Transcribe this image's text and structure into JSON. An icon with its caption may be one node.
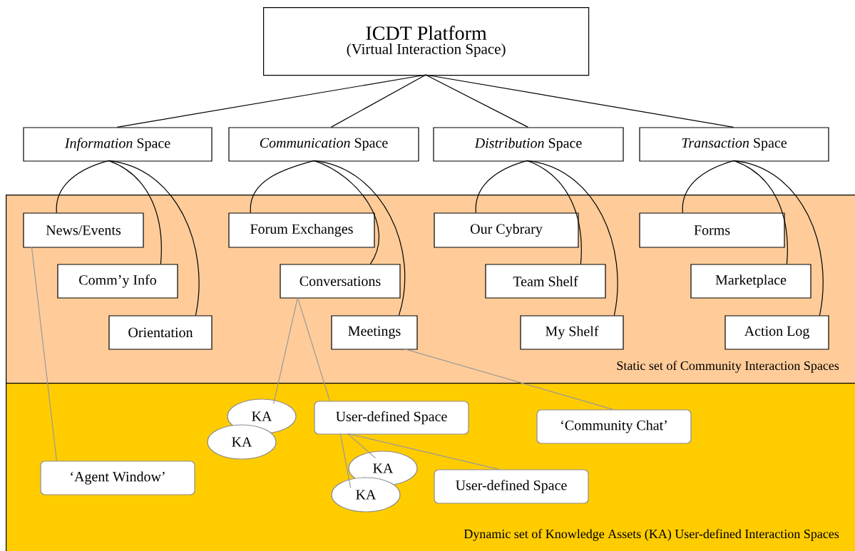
{
  "diagram": {
    "nodes": [
      {
        "text": [
          "ICDT Platform",
          "(Virtual Interaction Space)"
        ]
      },
      {
        "text": [
          "*Information* Space"
        ]
      },
      {
        "text": [
          "*Communication* Space"
        ]
      },
      {
        "text": [
          "*Distribution* Space"
        ]
      },
      {
        "text": [
          "*Transaction* Space"
        ]
      },
      {
        "text": [
          "Static set of Community Interaction Spaces"
        ]
      },
      {
        "text": [
          "News/Events"
        ],
        "in": 5
      },
      {
        "text": [
          "Comm’y Info"
        ],
        "in": 5
      },
      {
        "text": [
          "Orientation"
        ],
        "in": 5
      },
      {
        "text": [
          "Forum Exchanges"
        ],
        "in": 5
      },
      {
        "text": [
          "Conversations"
        ],
        "in": 5
      },
      {
        "text": [
          "Meetings"
        ],
        "in": 5
      },
      {
        "text": [
          "Our Cybrary"
        ],
        "in": 5
      },
      {
        "text": [
          "Team Shelf"
        ],
        "in": 5
      },
      {
        "text": [
          "My Shelf"
        ],
        "in": 5
      },
      {
        "text": [
          "Forms"
        ],
        "in": 5
      },
      {
        "text": [
          "Marketplace"
        ],
        "in": 5
      },
      {
        "text": [
          "Action Log"
        ],
        "in": 5
      },
      {
        "text": [
          "Dynamic set of Knowledge Assets (KA) User-defined Interaction Spaces"
        ]
      },
      {
        "text": [
          "KA"
        ],
        "in": 18
      },
      {
        "text": [
          "KA"
        ],
        "in": 18
      },
      {
        "text": [
          "User-defined Space"
        ],
        "in": 18
      },
      {
        "text": [
          "‘Community Chat’"
        ],
        "in": 18
      },
      {
        "text": [
          "‘Agent Window’"
        ],
        "in": 18
      },
      {
        "text": [
          "KA"
        ],
        "in": 18
      },
      {
        "text": [
          "KA"
        ],
        "in": 18
      },
      {
        "text": [
          "User-defined Space"
        ],
        "in": 18
      }
    ],
    "edges": [
      {
        "from": 0,
        "to": 1,
        "arrow": "none"
      },
      {
        "from": 0,
        "to": 2,
        "arrow": "none"
      },
      {
        "from": 0,
        "to": 3,
        "arrow": "none"
      },
      {
        "from": 0,
        "to": 4,
        "arrow": "none"
      },
      {
        "from": 1,
        "to": 6,
        "arrow": "none"
      },
      {
        "from": 1,
        "to": 7,
        "arrow": "none"
      },
      {
        "from": 1,
        "to": 8,
        "arrow": "none"
      },
      {
        "from": 2,
        "to": 9,
        "arrow": "none"
      },
      {
        "from": 2,
        "to": 10,
        "arrow": "none"
      },
      {
        "from": 2,
        "to": 11,
        "arrow": "none"
      },
      {
        "from": 3,
        "to": 12,
        "arrow": "none"
      },
      {
        "from": 3,
        "to": 13,
        "arrow": "none"
      },
      {
        "from": 3,
        "to": 14,
        "arrow": "none"
      },
      {
        "from": 4,
        "to": 15,
        "arrow": "none"
      },
      {
        "from": 4,
        "to": 16,
        "arrow": "none"
      },
      {
        "from": 4,
        "to": 17,
        "arrow": "none"
      },
      {
        "from": 6,
        "to": 23,
        "arrow": "none",
        "color": "#999999"
      },
      {
        "from": 10,
        "to": 19,
        "arrow": "none",
        "color": "#999999"
      },
      {
        "from": 10,
        "to": 21,
        "arrow": "none",
        "color": "#999999"
      },
      {
        "from": 11,
        "to": 22,
        "arrow": "none",
        "color": "#999999"
      },
      {
        "from": 21,
        "to": 24,
        "arrow": "none",
        "color": "#999999"
      },
      {
        "from": 21,
        "to": 25,
        "arrow": "none",
        "color": "#999999"
      },
      {
        "from": 21,
        "to": 26,
        "arrow": "none",
        "color": "#999999"
      }
    ]
  }
}
